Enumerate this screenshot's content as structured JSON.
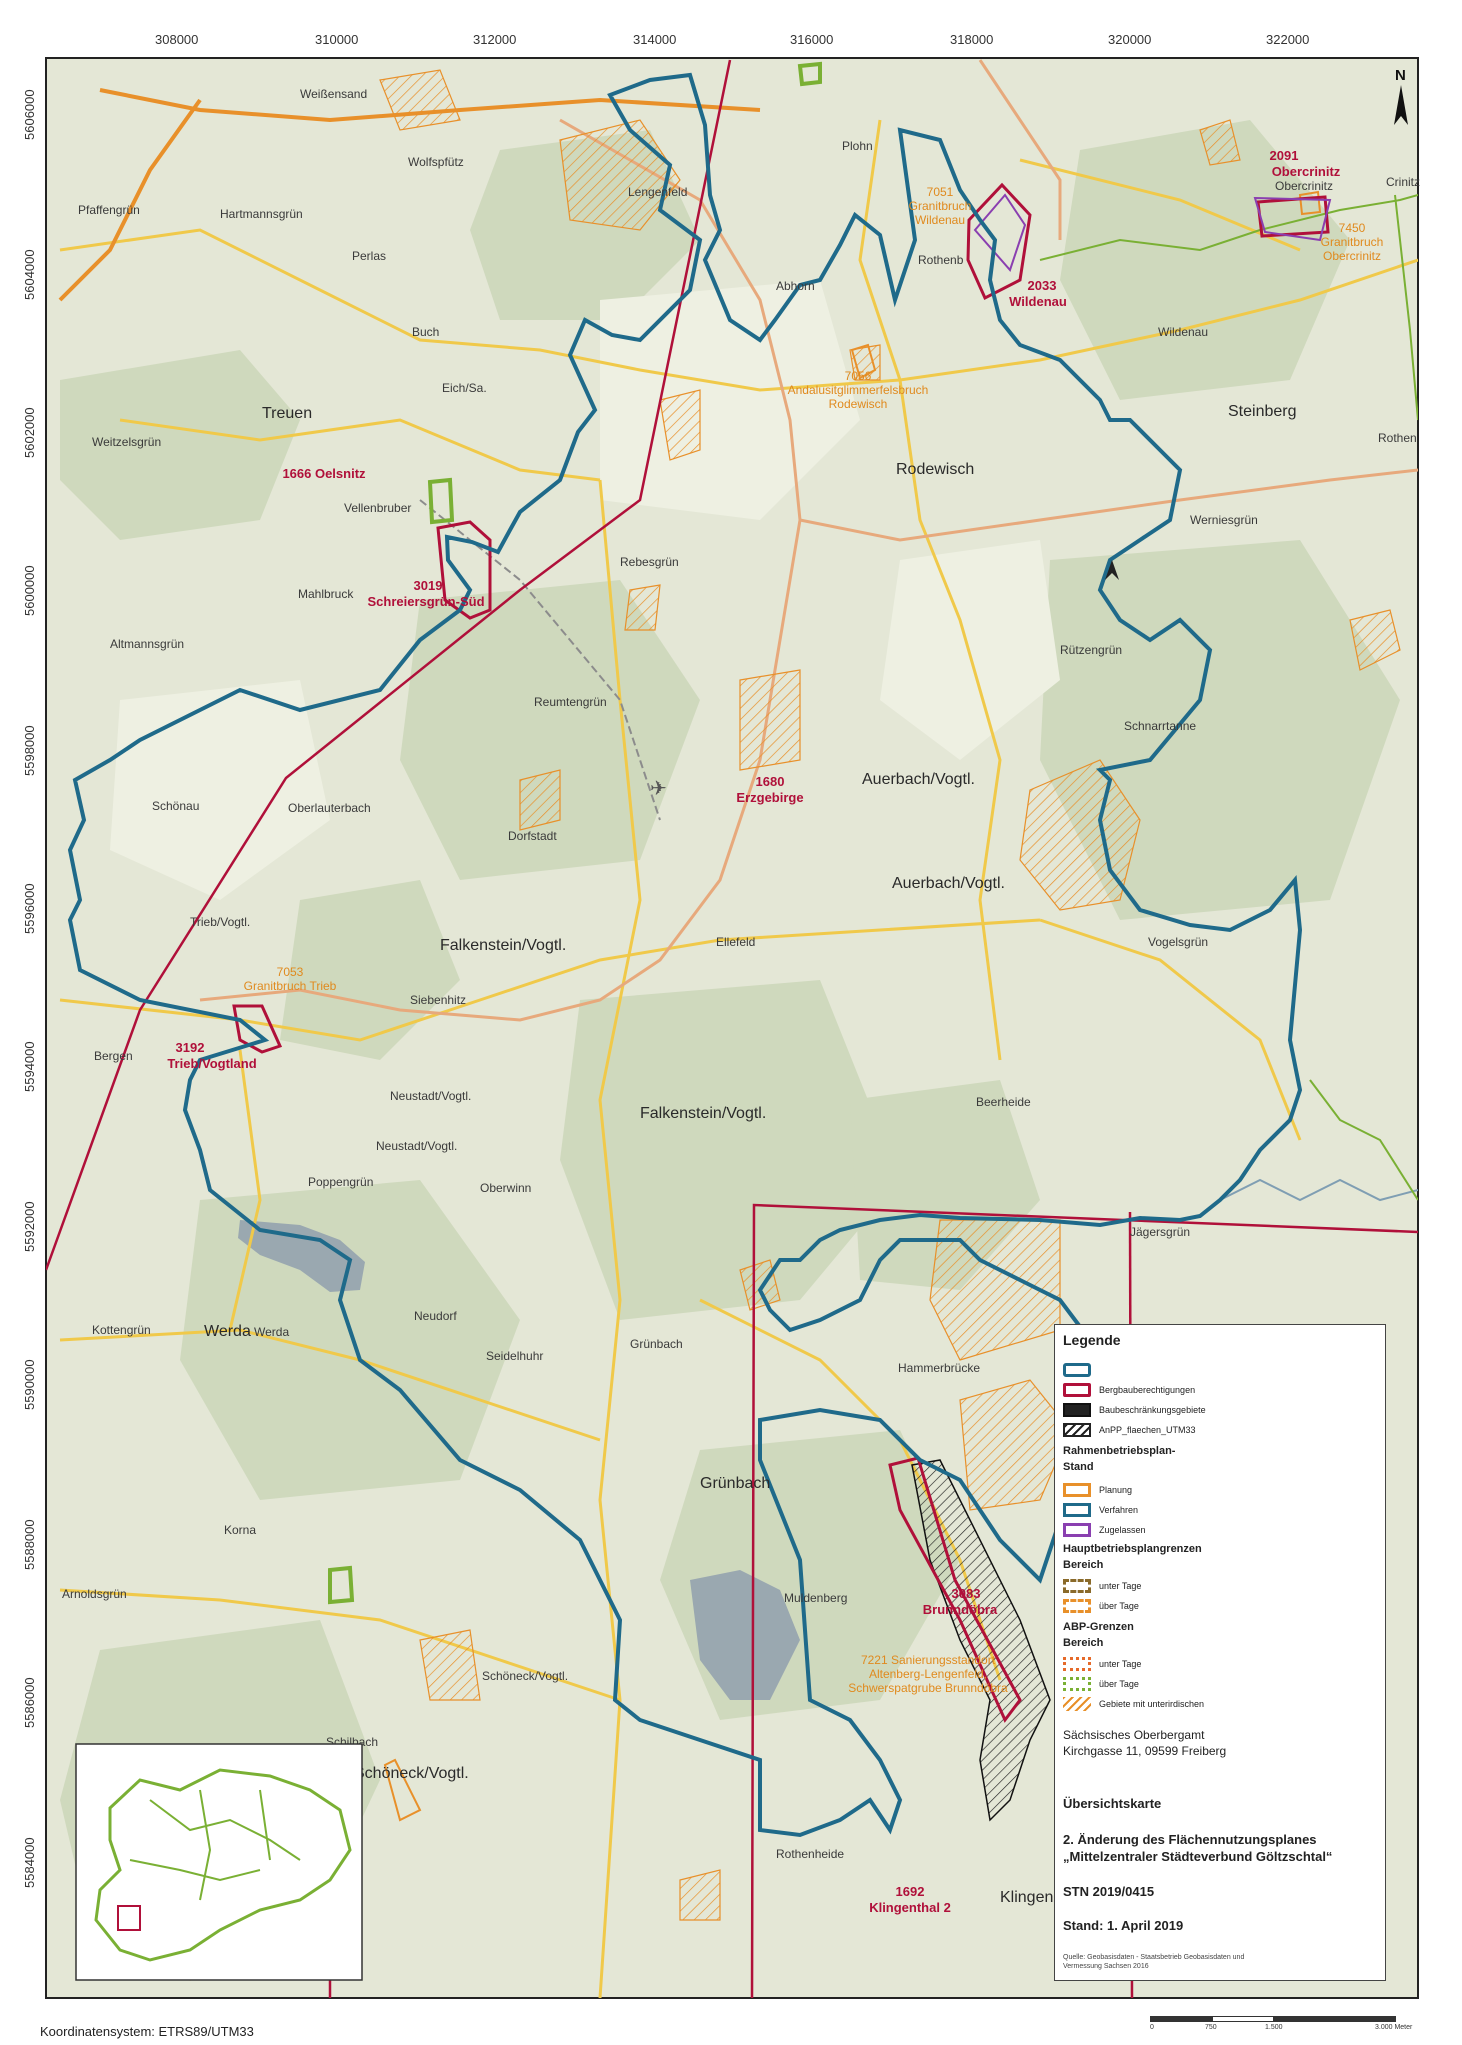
{
  "grid": {
    "x_ticks": [
      "308000",
      "310000",
      "312000",
      "314000",
      "316000",
      "318000",
      "320000",
      "322000"
    ],
    "y_ticks": [
      "5606000",
      "5604000",
      "5602000",
      "5600000",
      "5598000",
      "5596000",
      "5594000",
      "5592000",
      "5590000",
      "5588000",
      "5586000",
      "5584000"
    ]
  },
  "north_label": "N",
  "towns": {
    "weissensand": "Weißensand",
    "wolfspfuetz": "Wolfspfütz",
    "pfaffengruen": "Pfaffengrün",
    "hartmannsgruen": "Hartmannsgrün",
    "perlas": "Perlas",
    "buch": "Buch",
    "eich": "Eich/Sa.",
    "treuen": "Treuen",
    "weitzelsgruen": "Weitzelsgrün",
    "vellenbruber": "Vellenbruber",
    "mahlbruck": "Mahlbruck",
    "altmannsgruen": "Altmannsgrün",
    "lengenfeld": "Lengenfeld",
    "abhorn": "Abhorn",
    "plohn": "Plohn",
    "rothenb": "Rothenb",
    "crinitz": "Crinitz",
    "obercrinitz_town": "Obercrinitz",
    "wildenau_town": "Wildenau",
    "steinberg": "Steinberg",
    "rothen": "Rothen",
    "rodewisch": "Rodewisch",
    "werniesgruen": "Werniesgrün",
    "rebesgruen": "Rebesgrün",
    "reumtengruen": "Reumtengrün",
    "rutzengruen": "Rützengrün",
    "schnarrtanne": "Schnarrtanne",
    "schoenau": "Schönau",
    "oberlauterbach": "Oberlauterbach",
    "dorfstadt": "Dorfstadt",
    "auerbach1": "Auerbach/Vogtl.",
    "auerbach2": "Auerbach/Vogtl.",
    "trieb": "Trieb/Vogtl.",
    "falkenstein1": "Falkenstein/Vogtl.",
    "ellefeld": "Ellefeld",
    "vogelsgruen": "Vogelsgrün",
    "siebenhitz": "Siebenhitz",
    "bergen": "Bergen",
    "neustadt1": "Neustadt/Vogtl.",
    "neustadt2": "Neustadt/Vogtl.",
    "falkenstein2": "Falkenstein/Vogtl.",
    "beerheide": "Beerheide",
    "poppengruen": "Poppengrün",
    "oberwinn": "Oberwinn",
    "jaegersgruen": "Jägersgrün",
    "kottengruen": "Kottengrün",
    "werda1": "Werda",
    "werda2": "Werda",
    "neudorf": "Neudorf",
    "seidelhuhr": "Seidelhuhr",
    "gruenbach1": "Grünbach",
    "gruenbach2": "Grünbach",
    "hammerbruecke": "Hammerbrücke",
    "korna": "Korna",
    "arnoldsgruen": "Arnoldsgrün",
    "muldenberg": "Muldenberg",
    "schoeneck1": "Schöneck/Vogtl.",
    "schoeneck2": "Schöneck/Vogtl.",
    "schilbach": "Schilbach",
    "rothenheide": "Rothenheide",
    "klingen": "Klingen"
  },
  "permits": {
    "p2091_id": "2091",
    "p2091_name": "Obercrinitz",
    "p2033_id": "2033",
    "p2033_name": "Wildenau",
    "p1666": "1666 Oelsnitz",
    "p3019_id": "3019",
    "p3019_name": "Schreiersgrün-Süd",
    "p1680_id": "1680",
    "p1680_name": "Erzgebirge",
    "p3192_id": "3192",
    "p3192_name": "Trieb/Vogtland",
    "p3083_id": "3083",
    "p3083_name": "Brunndöbra",
    "p1692_id": "1692",
    "p1692_name": "Klingenthal 2"
  },
  "plans": {
    "p7051_id": "7051",
    "p7051_a": "Granitbruch",
    "p7051_b": "Wildenau",
    "p7450_id": "7450",
    "p7450_a": "Granitbruch",
    "p7450_b": "Obercrinitz",
    "p7056_id": "7056",
    "p7056_a": "Andalusitglimmerfelsbruch",
    "p7056_b": "Rodewisch",
    "p7053_id": "7053",
    "p7053_a": "Granitbruch Trieb",
    "p7221_a": "7221 Sanierungsstandort",
    "p7221_b": "Altenberg-Lengenfeld,",
    "p7221_c": "Schwerspatgrube Brunndöbra"
  },
  "legend": {
    "title": "Legende",
    "bergbau": "Bergbauberechtigungen",
    "baubeschr": "Baubeschränkungsgebiete",
    "anpp": "AnPP_flaechen_UTM33",
    "rbp_head1": "Rahmenbetriebsplan-",
    "rbp_head2": "Stand",
    "planung": "Planung",
    "verfahren": "Verfahren",
    "zugelassen": "Zugelassen",
    "hbp_head": "Hauptbetriebsplangrenzen",
    "bereich1": "Bereich",
    "unter_tage1": "unter Tage",
    "ueber_tage1": "über Tage",
    "abp_head": "ABP-Grenzen",
    "bereich2": "Bereich",
    "unter_tage2": "unter Tage",
    "ueber_tage2": "über Tage",
    "gebiete": "Gebiete mit unterirdischen",
    "authority": "Sächsisches Oberbergamt",
    "address": "Kirchgasse 11, 09599 Freiberg",
    "map_type": "Übersichtskarte",
    "plan_title1": "2. Änderung des Flächennutzungsplanes",
    "plan_title2": "„Mittelzentraler Städteverbund Göltzschtal“",
    "stn": "STN 2019/0415",
    "stand": "Stand: 1. April 2019",
    "source1": "Quelle: Geobasisdaten - Staatsbetrieb Geobasisdaten und",
    "source2": "Vermessung Sachsen 2016"
  },
  "coord_system": "Koordinatensystem: ETRS89/UTM33",
  "scale": {
    "l0": "0",
    "l1": "750",
    "l2": "1.500",
    "l3": "3.000 Meter"
  },
  "colors": {
    "map_bg": "#e4e7d6",
    "forest": "#cfd9bd",
    "boundary": "#1f6a8a",
    "permit": "#b0103a",
    "planning": "#e8902a",
    "road": "#f0c94a"
  }
}
